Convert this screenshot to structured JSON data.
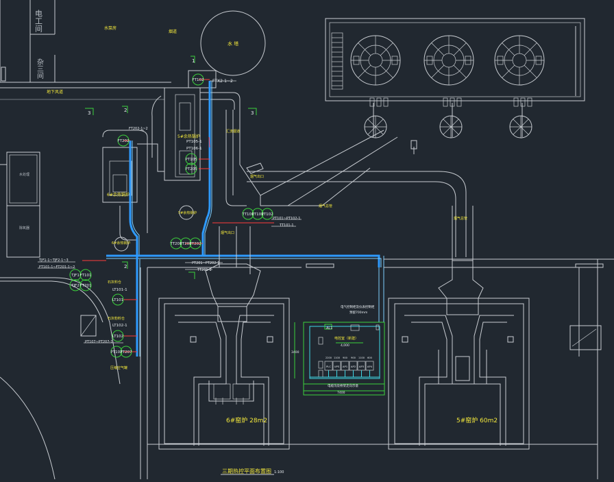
{
  "drawing": {
    "title": "三期热控平面布置图",
    "scale": "1:100",
    "colors": {
      "background": "#212830",
      "pipe_blue": "#2e9bff",
      "instrument_green": "#3cd23c",
      "text_yellow": "#f4e93c",
      "wire_red": "#ff3b3b",
      "equipment_white": "#c9cdd2",
      "panel_cyan": "#3fd7e6"
    }
  },
  "rooms": {
    "electrician": "电工间",
    "room2": "杂三间",
    "left_box1": "水处理",
    "left_box2": "除氧器"
  },
  "top_labels": {
    "a": "水泵房",
    "b": "烟道",
    "tank": "水  塔",
    "duct_a": "地下风道",
    "n1": "1",
    "n2": "2",
    "n2b": "2",
    "n3": "3",
    "n3b": "3"
  },
  "instruments": {
    "ft102": "FT102",
    "ft102_tag": "FTX2-1~2",
    "ft202": "FT202",
    "ft202_tag": "FT202-1~2",
    "boiler5_label": "5#余热锅炉",
    "pt105_1": "PT105-1",
    "pt106_1": "PT106-1",
    "pt105": "PT105",
    "pt205": "PT205",
    "boiler6_label": "6#余热锅炉",
    "flue_a": "汇流烟道",
    "flue_b": "烟气出口",
    "tt101": "TT101",
    "pt101": "PT101",
    "pt102": "PT102",
    "pt_tag": "PT101~PT102-1",
    "tt_tag": "TT101-1",
    "s5": "5#余热锅炉",
    "s6": "6#余热锅炉",
    "tt201": "TT201",
    "pt201": "PT201",
    "pt202": "PT202",
    "pt_tag2": "PT201~PT202-1",
    "tt_tag2": "TT201-1",
    "flue_c": "烟气出口",
    "flue_d": "烟气总管",
    "flue_e": "烟气总管",
    "left_tag1": "TJF1-1~TJF2-1~3",
    "left_tag2": "FT101-1~FT201-1~2",
    "tjf1": "TJF1",
    "ft101": "FT101",
    "tjf2": "TJF2",
    "ft201": "FT201",
    "lt_a": "石灰料仓",
    "lt101_1": "LT101-1",
    "lt101": "LT101",
    "lt_b": "石灰粉料仓",
    "lt102_1": "LT102-1",
    "lt102": "LT102",
    "pt_tag3": "PT107~PT207-1",
    "pt107": "PT107",
    "pt207": "PT207",
    "air": "压缩空气罐"
  },
  "control_room": {
    "header": "电气控制柜及仪表控制柜",
    "sub": "预留700mm",
    "al1": "AL1",
    "room_name": "电控室（新建）",
    "width_top": "4,000",
    "cab_labels": [
      "PLC",
      "UPS",
      "AP1",
      "AP2",
      "AP3",
      "AP4"
    ],
    "dims": [
      "2200",
      "1100",
      "900",
      "900",
      "1100",
      "600"
    ],
    "bottom_label": "电缆沟及桥架走向示意",
    "total": "7400",
    "height": "3400"
  },
  "kilns": {
    "left": "6#窑炉 28m2",
    "right": "5#窑炉 60m2"
  }
}
